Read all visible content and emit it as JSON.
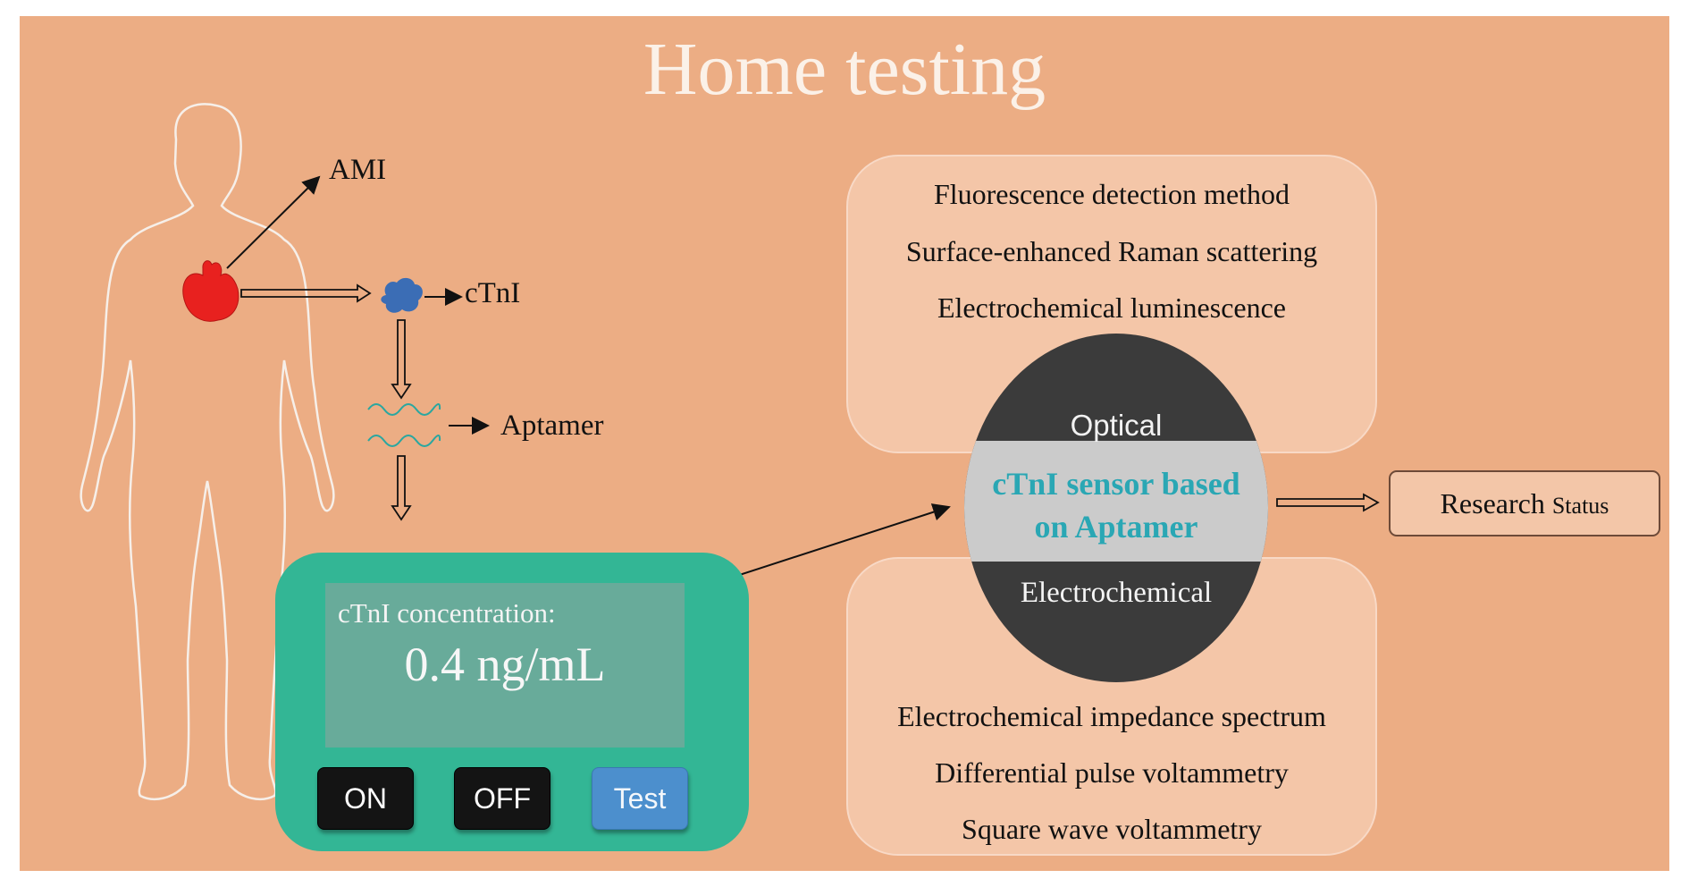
{
  "title": "Home testing",
  "labels": {
    "ami": "AMI",
    "ctni": "cTnI",
    "aptamer": "Aptamer"
  },
  "device": {
    "concentration_label": "cTnI concentration:",
    "concentration_value": "0.4 ng/mL",
    "buttons": {
      "on": "ON",
      "off": "OFF",
      "test": "Test"
    }
  },
  "sensor": {
    "optical_label": "Optical",
    "center_line1": "cTnI sensor based",
    "center_line2": "on Aptamer",
    "electrochemical_label": "Electrochemical"
  },
  "optical_methods": [
    "Fluorescence detection method",
    "Surface-enhanced Raman scattering",
    "Electrochemical luminescence"
  ],
  "electrochemical_methods": [
    "Electrochemical impedance spectrum",
    "Differential pulse voltammetry",
    "Square wave voltammetry"
  ],
  "research": {
    "main": "Research",
    "suffix": "Status"
  },
  "colors": {
    "background": "#ecad84",
    "panel": "#f4c6a8",
    "device": "#33b695",
    "screen": "#68ab9a",
    "circle": "#3b3b3b",
    "center_band": "#cbcbcb",
    "center_text": "#2aa7b4",
    "heart": "#e8211f",
    "ctni_blob": "#3b6db5",
    "aptamer_wave": "#2aa7a0",
    "test_button": "#4c8fcd"
  }
}
